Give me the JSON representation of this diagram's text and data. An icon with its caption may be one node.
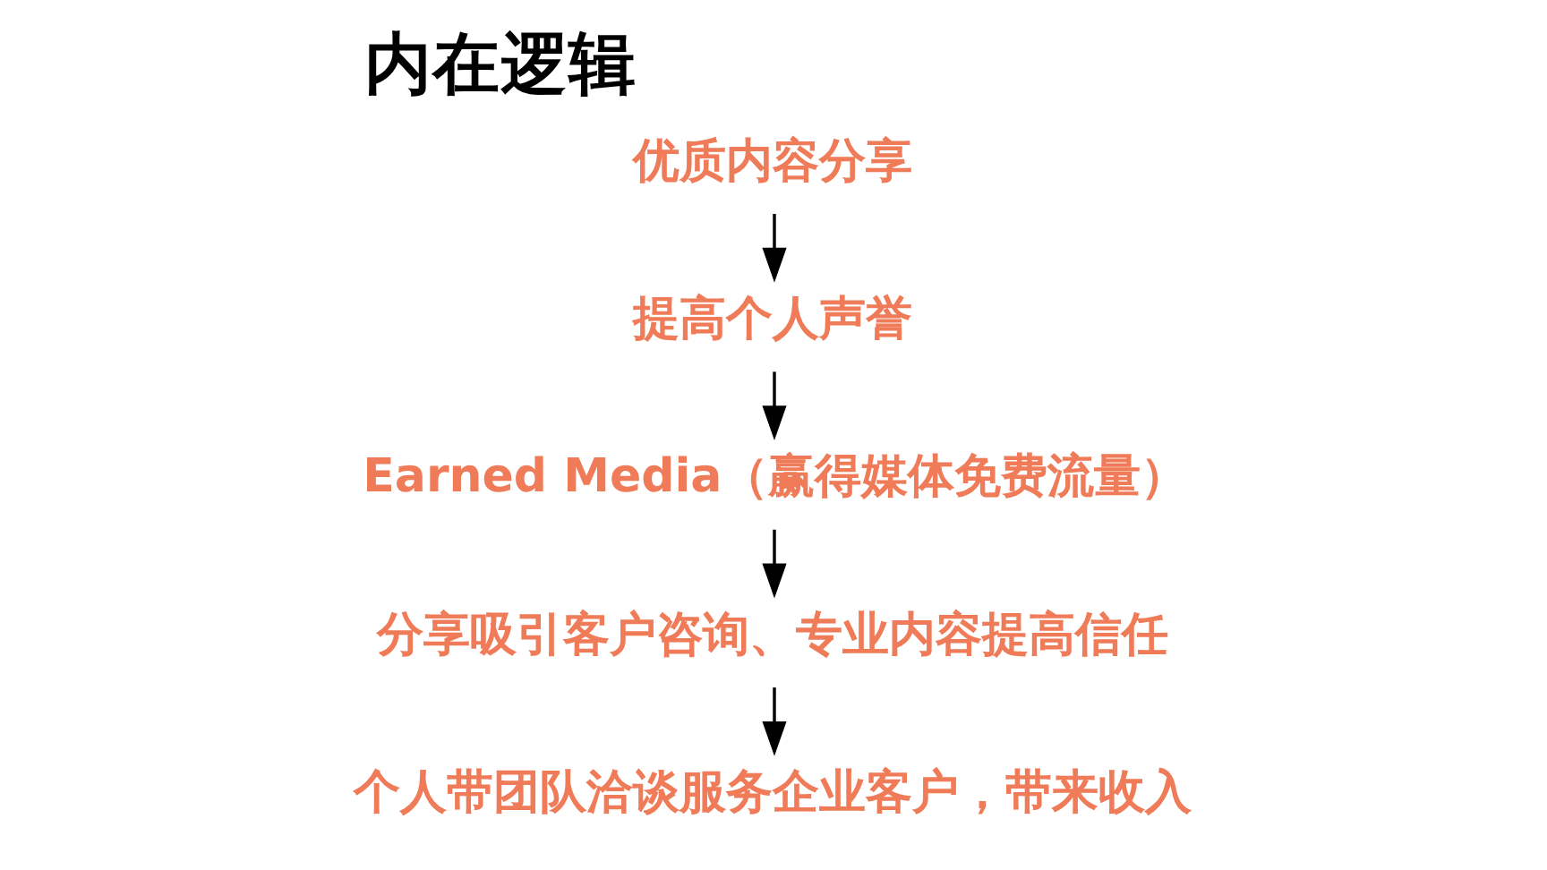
{
  "diagram": {
    "title": "内在逻辑",
    "nodes": [
      {
        "text": [
          "优质内容分享"
        ]
      },
      {
        "text": [
          "提高个人声誉"
        ]
      },
      {
        "text": [
          "Earned Media（赢得媒体免费流量）"
        ]
      },
      {
        "text": [
          "分享吸引客户咨询、专业内容提高信任"
        ]
      },
      {
        "text": [
          "个人带团队洽谈服务企业客户，带来收入"
        ]
      }
    ],
    "edges": [
      {
        "from": 0,
        "to": 1,
        "arrow": "to"
      },
      {
        "from": 1,
        "to": 2,
        "arrow": "to"
      },
      {
        "from": 2,
        "to": 3,
        "arrow": "to"
      },
      {
        "from": 3,
        "to": 4,
        "arrow": "to"
      }
    ]
  }
}
